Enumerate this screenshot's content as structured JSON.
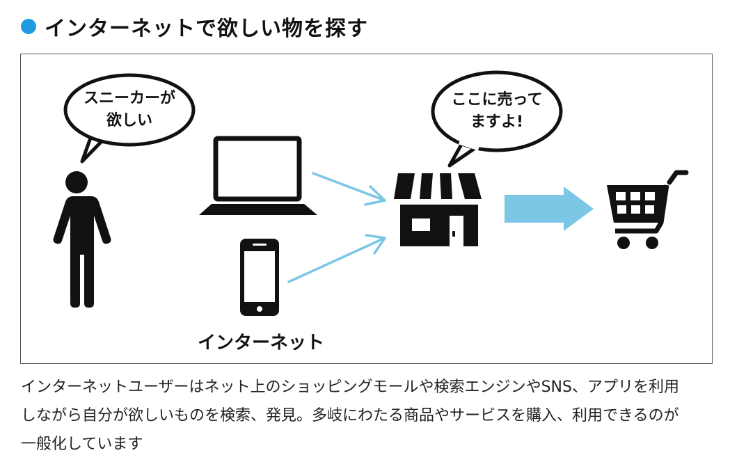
{
  "heading": {
    "accent_color": "#1e9be0",
    "text": "インターネットで欲しい物を探す"
  },
  "diagram": {
    "bubble_user_line1": "スニーカーが",
    "bubble_user_line2": "欲しい",
    "bubble_shop_line1": "ここに売って",
    "bubble_shop_line2": "ますよ!",
    "devices_label": "インターネット",
    "arrow_color": "#7cc6e6",
    "icons": [
      "person-icon",
      "laptop-icon",
      "smartphone-icon",
      "store-icon",
      "shopping-cart-icon"
    ]
  },
  "caption": {
    "line1": "インターネットユーザーはネット上のショッピングモールや検索エンジンやSNS、アプリを利用",
    "line2": "しながら自分が欲しいものを検索、発見。多岐にわたる商品やサービスを購入、利用できるのが",
    "line3": "一般化しています"
  }
}
